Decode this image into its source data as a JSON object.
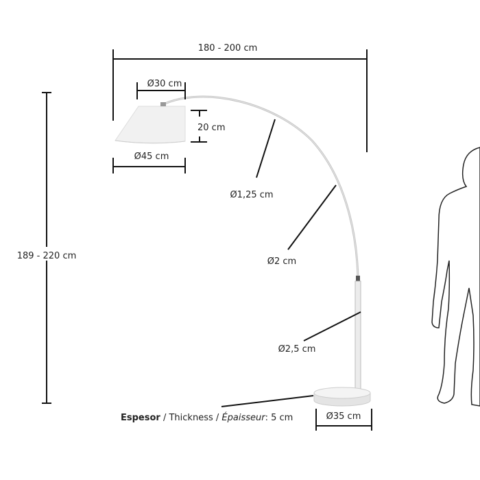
{
  "labels": {
    "overall_width": "180 - 200 cm",
    "overall_height": "189 - 220 cm",
    "shade_top_diameter": "Ø30 cm",
    "shade_height": "20 cm",
    "shade_bottom_diameter": "Ø45 cm",
    "arc_upper_diameter": "Ø1,25 cm",
    "arc_middle_diameter": "Ø2 cm",
    "pole_diameter": "Ø2,5 cm",
    "base_diameter": "Ø35 cm",
    "thickness": {
      "es": "Espesor",
      "sep1": " / ",
      "en": "Thickness",
      "sep2": " / ",
      "fr": "Épaisseur",
      "value": ": 5 cm"
    }
  },
  "colors": {
    "lines": "#111111",
    "shade": "#f2f2f2",
    "arc": "#c8c8c8",
    "silhouette": "#ffffff"
  }
}
